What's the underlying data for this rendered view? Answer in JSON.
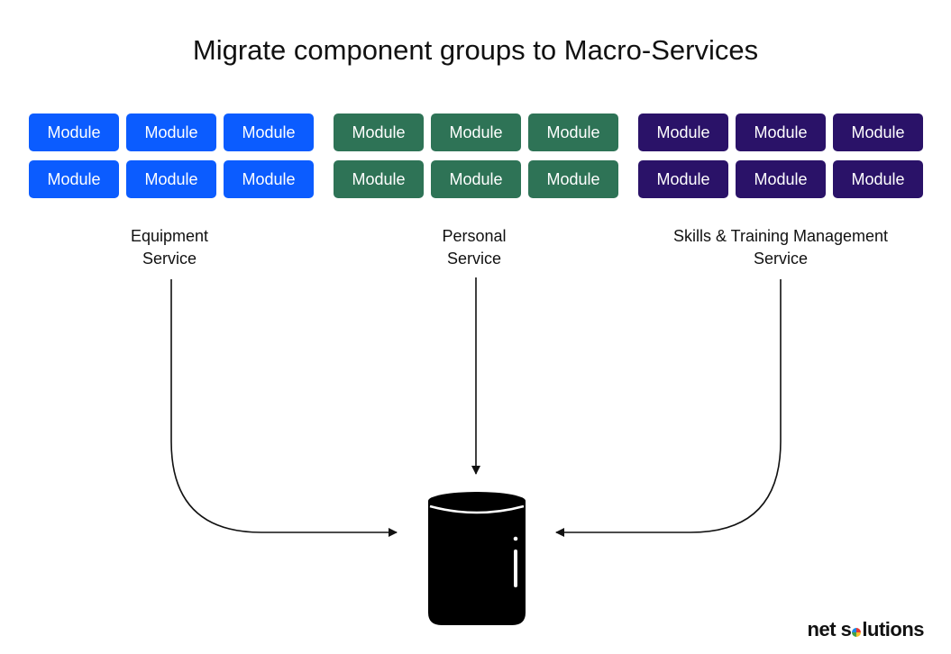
{
  "title": "Migrate component groups to Macro-Services",
  "groups": [
    {
      "color": "#0b5cff",
      "modules": [
        "Module",
        "Module",
        "Module",
        "Module",
        "Module",
        "Module"
      ],
      "label_line1": "Equipment",
      "label_line2": "Service"
    },
    {
      "color": "#2e7356",
      "modules": [
        "Module",
        "Module",
        "Module",
        "Module",
        "Module",
        "Module"
      ],
      "label_line1": "Personal",
      "label_line2": "Service"
    },
    {
      "color": "#2a1268",
      "modules": [
        "Module",
        "Module",
        "Module",
        "Module",
        "Module",
        "Module"
      ],
      "label_line1": "Skills & Training Management",
      "label_line2": "Service"
    }
  ],
  "database": {
    "icon": "database-icon",
    "color": "#000000"
  },
  "logo": {
    "text_part1": "net s",
    "text_part2": "lutions"
  }
}
